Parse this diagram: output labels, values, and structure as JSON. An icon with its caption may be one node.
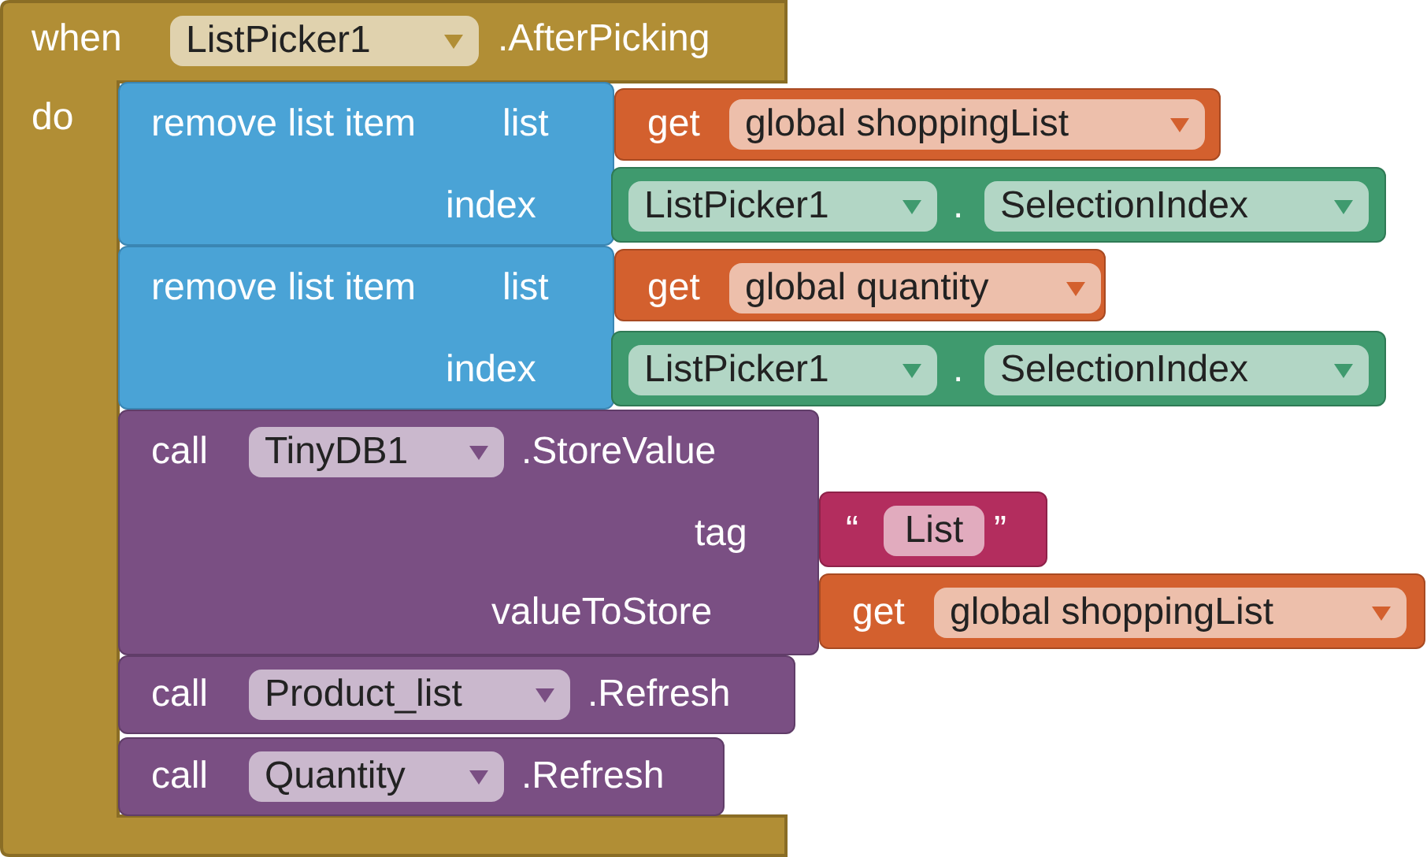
{
  "diagram": {
    "nodes": [
      {
        "text": [
          "when",
          ".AfterPicking",
          "do"
        ]
      },
      {
        "text": [
          "ListPicker1"
        ],
        "in": 0
      },
      {
        "text": [
          "remove list item",
          "list",
          "index"
        ],
        "in": 0
      },
      {
        "text": [
          "get"
        ]
      },
      {
        "text": [
          "global shoppingList"
        ],
        "in": 3
      },
      {
        "text": [
          "."
        ]
      },
      {
        "text": [
          "ListPicker1"
        ],
        "in": 5
      },
      {
        "text": [
          "SelectionIndex"
        ],
        "in": 5
      },
      {
        "text": [
          "remove list item",
          "list",
          "index"
        ],
        "in": 0
      },
      {
        "text": [
          "get"
        ]
      },
      {
        "text": [
          "global quantity"
        ],
        "in": 9
      },
      {
        "text": [
          "."
        ]
      },
      {
        "text": [
          "ListPicker1"
        ],
        "in": 11
      },
      {
        "text": [
          "SelectionIndex"
        ],
        "in": 11
      },
      {
        "text": [
          "call",
          ".StoreValue",
          "tag",
          "valueToStore"
        ],
        "in": 0
      },
      {
        "text": [
          "TinyDB1"
        ],
        "in": 14
      },
      {
        "text": [
          "“",
          "”"
        ]
      },
      {
        "text": [
          "List"
        ],
        "in": 16
      },
      {
        "text": [
          "get"
        ]
      },
      {
        "text": [
          "global shoppingList"
        ],
        "in": 18
      },
      {
        "text": [
          "call",
          ".Refresh"
        ],
        "in": 0
      },
      {
        "text": [
          "Product_list"
        ],
        "in": 20
      },
      {
        "text": [
          "call",
          ".Refresh"
        ],
        "in": 0
      },
      {
        "text": [
          "Quantity"
        ],
        "in": 22
      }
    ]
  }
}
